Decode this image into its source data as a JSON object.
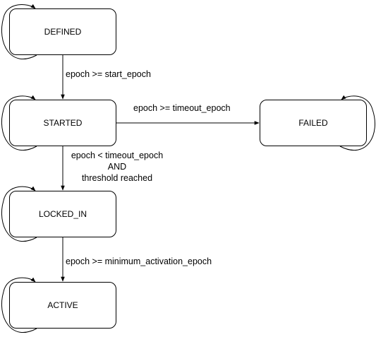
{
  "states": {
    "defined": "DEFINED",
    "started": "STARTED",
    "failed": "FAILED",
    "locked_in": "LOCKED_IN",
    "active": "ACTIVE"
  },
  "transitions": {
    "defined_to_started": "epoch >= start_epoch",
    "started_to_failed": "epoch >= timeout_epoch",
    "started_to_locked_in": [
      "epoch < timeout_epoch",
      "AND",
      "threshold reached"
    ],
    "locked_in_to_active": "epoch >= minimum_activation_epoch"
  }
}
